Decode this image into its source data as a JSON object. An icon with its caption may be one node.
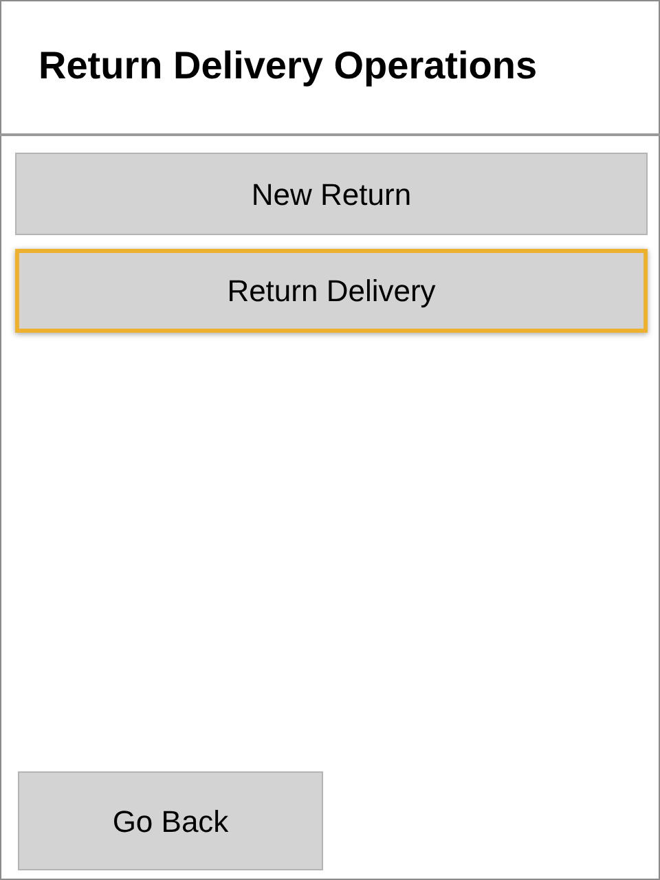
{
  "diagram": {
    "title": "Return Delivery Operations",
    "nodes": [
      {
        "text": [
          "New Return"
        ]
      },
      {
        "text": [
          "Return Delivery"
        ]
      },
      {
        "text": [
          "Go Back"
        ]
      }
    ]
  }
}
